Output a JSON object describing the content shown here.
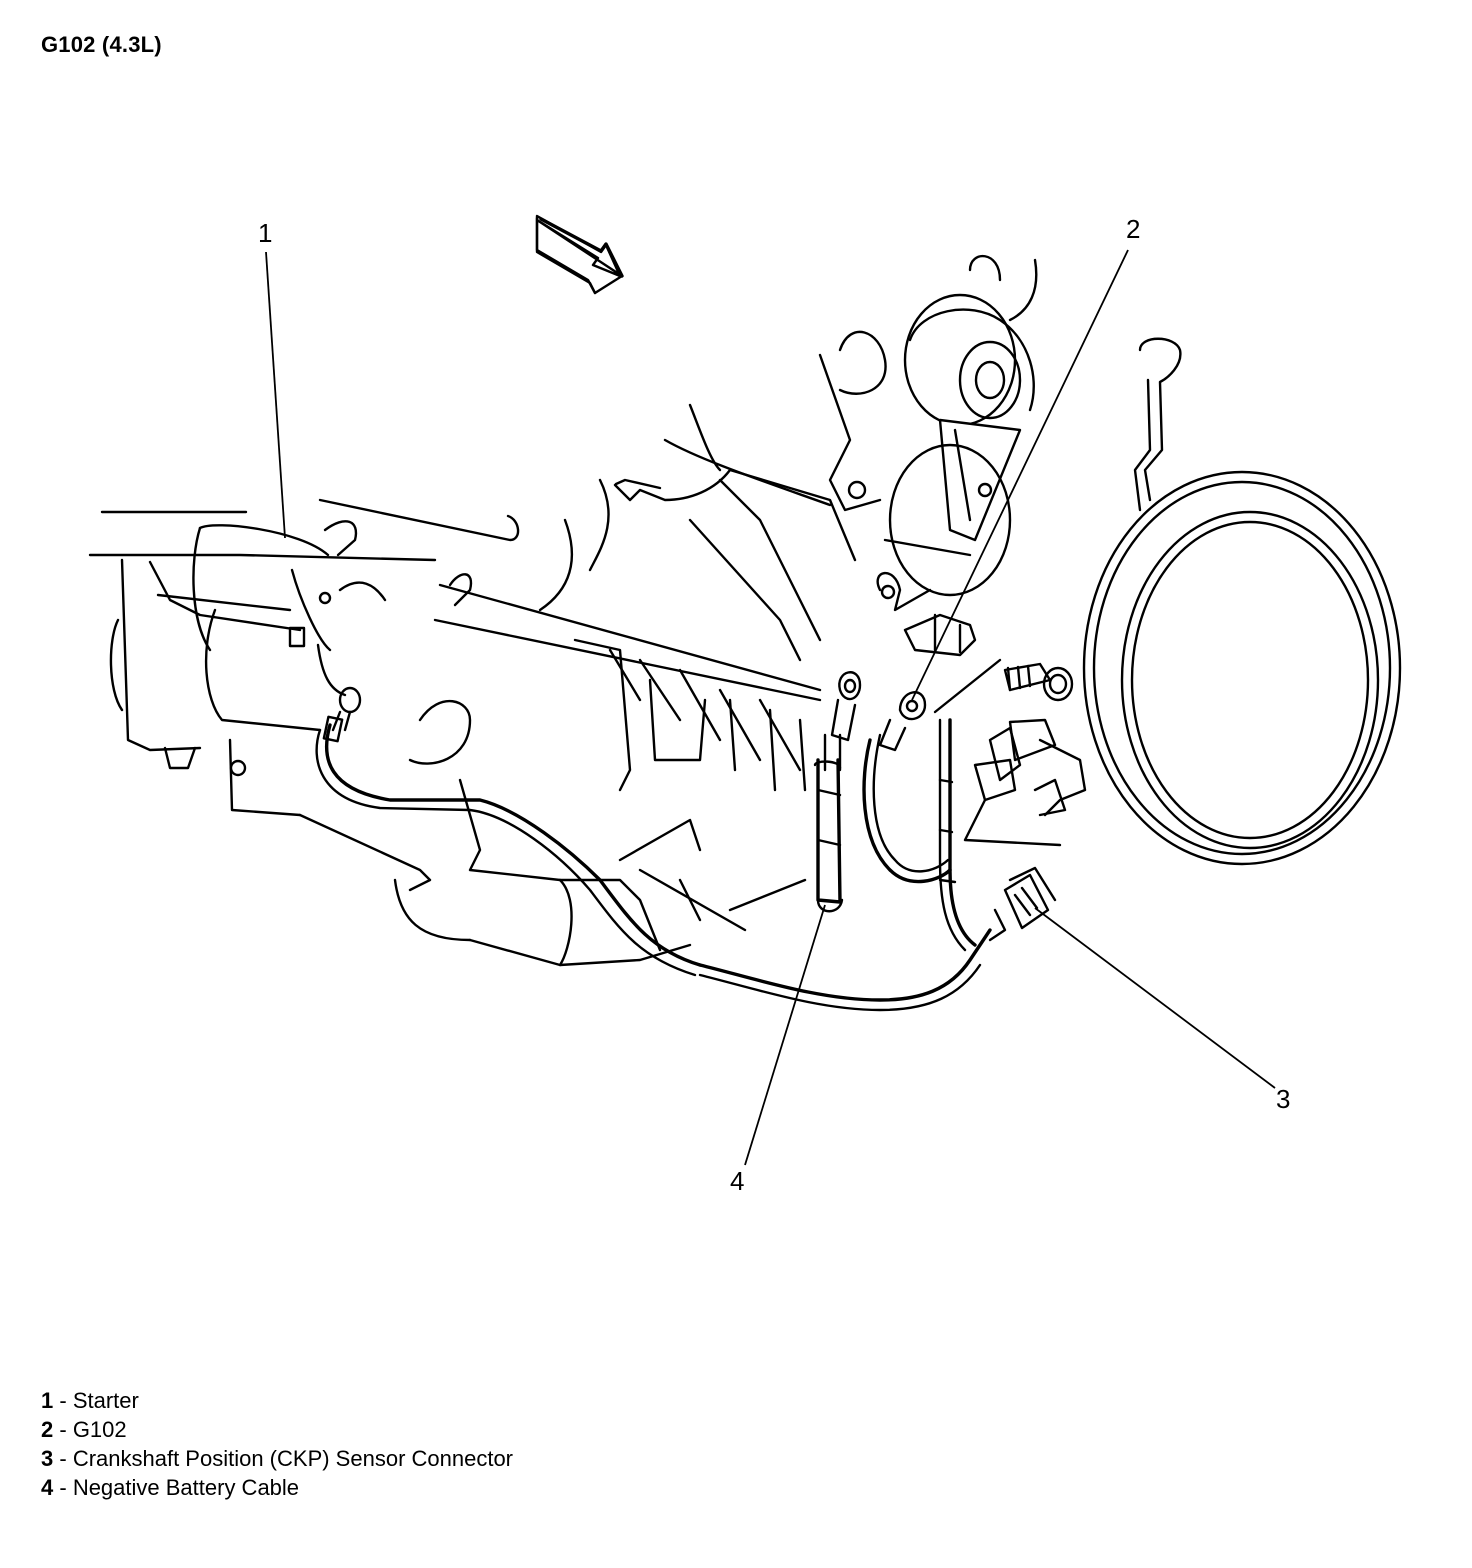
{
  "title": "G102 (4.3L)",
  "callouts": [
    "1",
    "2",
    "3",
    "4"
  ],
  "legend": [
    {
      "num": "1",
      "sep": " - ",
      "text": "Starter"
    },
    {
      "num": "2",
      "sep": " - ",
      "text": "G102"
    },
    {
      "num": "3",
      "sep": " - ",
      "text": "Crankshaft Position (CKP) Sensor Connector"
    },
    {
      "num": "4",
      "sep": " - ",
      "text": "Negative Battery Cable"
    }
  ],
  "icons": [
    "front-direction-arrow-icon"
  ]
}
